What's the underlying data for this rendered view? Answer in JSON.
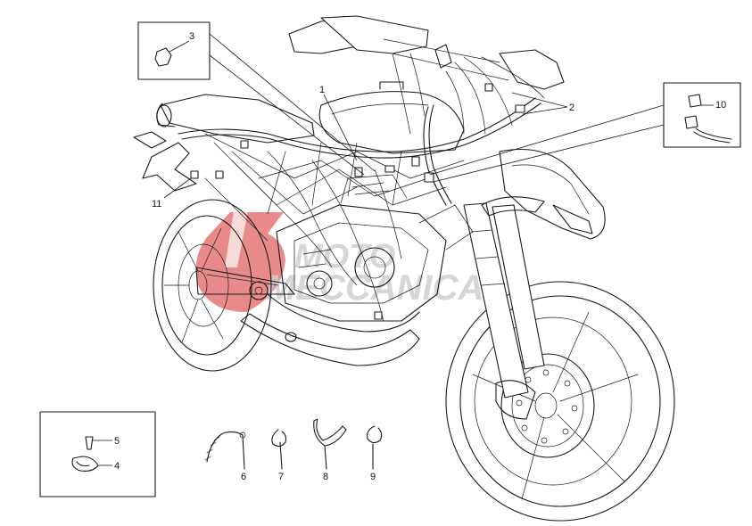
{
  "callouts": {
    "c1": "1",
    "c2": "2",
    "c3": "3",
    "c4": "4",
    "c5": "5",
    "c6": "6",
    "c7": "7",
    "c8": "8",
    "c9": "9",
    "c10": "10",
    "c11": "11"
  },
  "watermark": {
    "line1": "MOTO",
    "line2": "MECCANICA",
    "color": "#c9c9c9",
    "logo_color": "#e06666"
  }
}
